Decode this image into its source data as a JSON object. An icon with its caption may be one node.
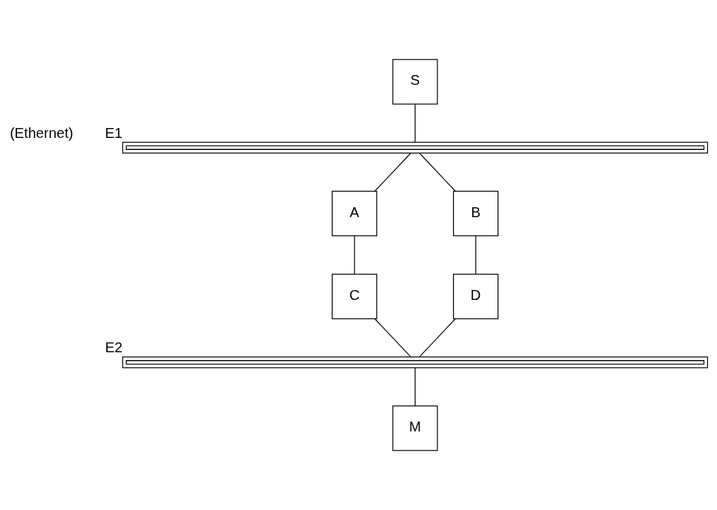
{
  "diagram": {
    "nodes": [
      {
        "text": [
          "S"
        ]
      },
      {
        "text": [],
        "shape": "bar",
        "beside": [
          "(Ethernet)",
          "E1"
        ]
      },
      {
        "text": [
          "A"
        ]
      },
      {
        "text": [
          "B"
        ]
      },
      {
        "text": [
          "C"
        ]
      },
      {
        "text": [
          "D"
        ]
      },
      {
        "text": [],
        "shape": "bar",
        "beside": [
          "E2"
        ]
      },
      {
        "text": [
          "M"
        ]
      }
    ],
    "edges": [
      {
        "from": 0,
        "to": 1,
        "arrow": "none"
      },
      {
        "from": 1,
        "to": 2,
        "arrow": "none"
      },
      {
        "from": 1,
        "to": 3,
        "arrow": "none"
      },
      {
        "from": 2,
        "to": 4,
        "arrow": "none"
      },
      {
        "from": 3,
        "to": 5,
        "arrow": "none"
      },
      {
        "from": 4,
        "to": 6,
        "arrow": "none"
      },
      {
        "from": 5,
        "to": 6,
        "arrow": "none"
      },
      {
        "from": 6,
        "to": 7,
        "arrow": "none"
      }
    ]
  }
}
